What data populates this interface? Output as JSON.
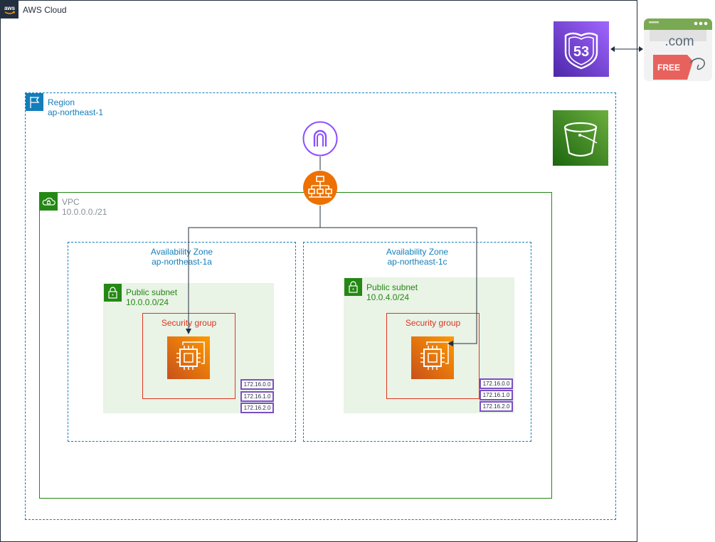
{
  "cloud": {
    "label": "AWS Cloud",
    "logo_icon": "aws-logo-icon"
  },
  "region": {
    "label": "Region",
    "name": "ap-northeast-1"
  },
  "vpc": {
    "label": "VPC",
    "cidr": "10.0.0.0./21"
  },
  "zones": [
    {
      "label": "Availability Zone",
      "name": "ap-northeast-1a",
      "subnet": {
        "label": "Public subnet",
        "cidr": "10.0.0.0/24"
      },
      "security_group": "Security group",
      "route_entries": [
        "172.16.0.0",
        "172.16.1.0",
        "172.16.2.0"
      ]
    },
    {
      "label": "Availability Zone",
      "name": "ap-northeast-1c",
      "subnet": {
        "label": "Public subnet",
        "cidr": "10.0.4.0/24"
      },
      "security_group": "Security group",
      "route_entries": [
        "172.16.0.0",
        "172.16.1.0",
        "172.16.2.0"
      ]
    }
  ],
  "route53": {
    "badge": "53"
  },
  "domain": {
    "tld": ".com",
    "tag": "FREE"
  },
  "colors": {
    "cloud": "#232f3e",
    "region": "#147eba",
    "vpc": "#248814",
    "vpc_text": "#879196",
    "subnet_fill": "#e9f3e6",
    "security_group": "#dd3522",
    "compute": "#ed7100",
    "networking": "#8c4fff",
    "storage": "#3f8624",
    "free_tag": "#e8625d"
  }
}
